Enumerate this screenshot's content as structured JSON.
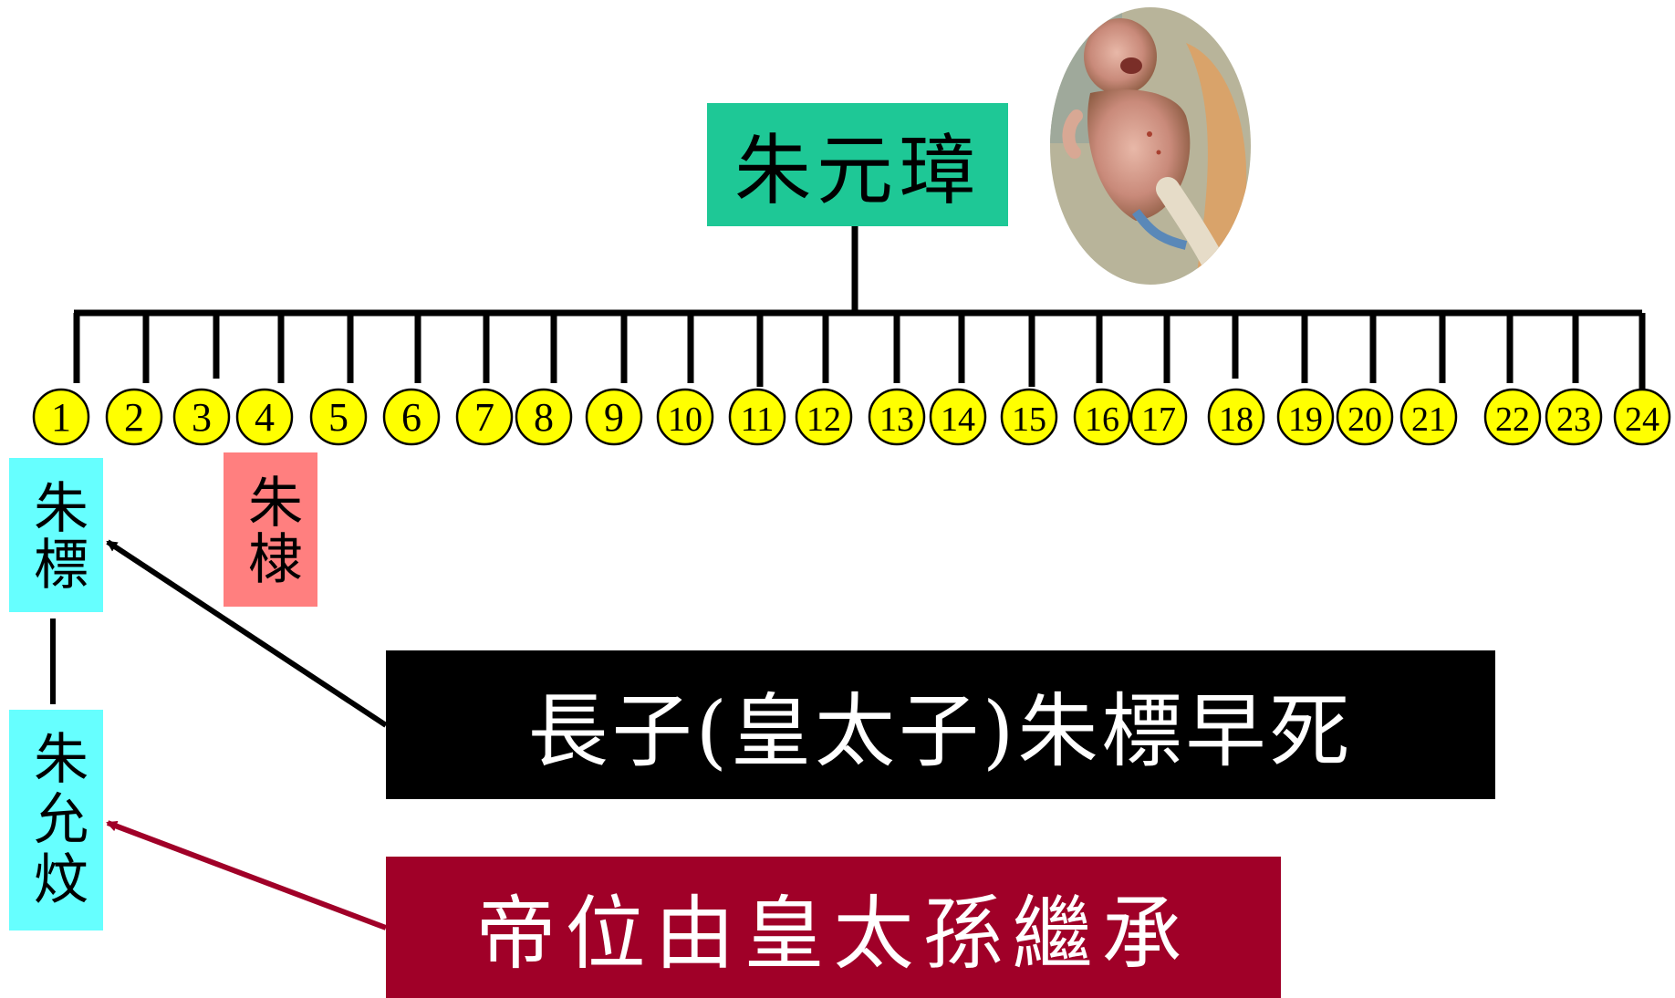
{
  "root": {
    "name": "朱元璋"
  },
  "children": [
    {
      "label": "1"
    },
    {
      "label": "2"
    },
    {
      "label": "3"
    },
    {
      "label": "4"
    },
    {
      "label": "5"
    },
    {
      "label": "6"
    },
    {
      "label": "7"
    },
    {
      "label": "8"
    },
    {
      "label": "9"
    },
    {
      "label": "10"
    },
    {
      "label": "11"
    },
    {
      "label": "12"
    },
    {
      "label": "13"
    },
    {
      "label": "14"
    },
    {
      "label": "15"
    },
    {
      "label": "16"
    },
    {
      "label": "17"
    },
    {
      "label": "18"
    },
    {
      "label": "19"
    },
    {
      "label": "20"
    },
    {
      "label": "21"
    },
    {
      "label": "22"
    },
    {
      "label": "23"
    },
    {
      "label": "24"
    }
  ],
  "names": {
    "first_son": "朱標",
    "fourth_son": "朱棣",
    "grandson": "朱允炆"
  },
  "callouts": {
    "first": "長子(皇太子)朱標早死",
    "second": "帝位由皇太孫繼承"
  },
  "colors": {
    "root_box": "#1ec896",
    "child_circle": "#ffff00",
    "first_son_box": "#66ffff",
    "fourth_son_box": "#ff7f7f",
    "callout_first_bg": "#000000",
    "callout_second_bg": "#a00028",
    "arrow_second": "#a00028"
  },
  "photo": {
    "icon": "crying-newborn-baby-photo"
  }
}
